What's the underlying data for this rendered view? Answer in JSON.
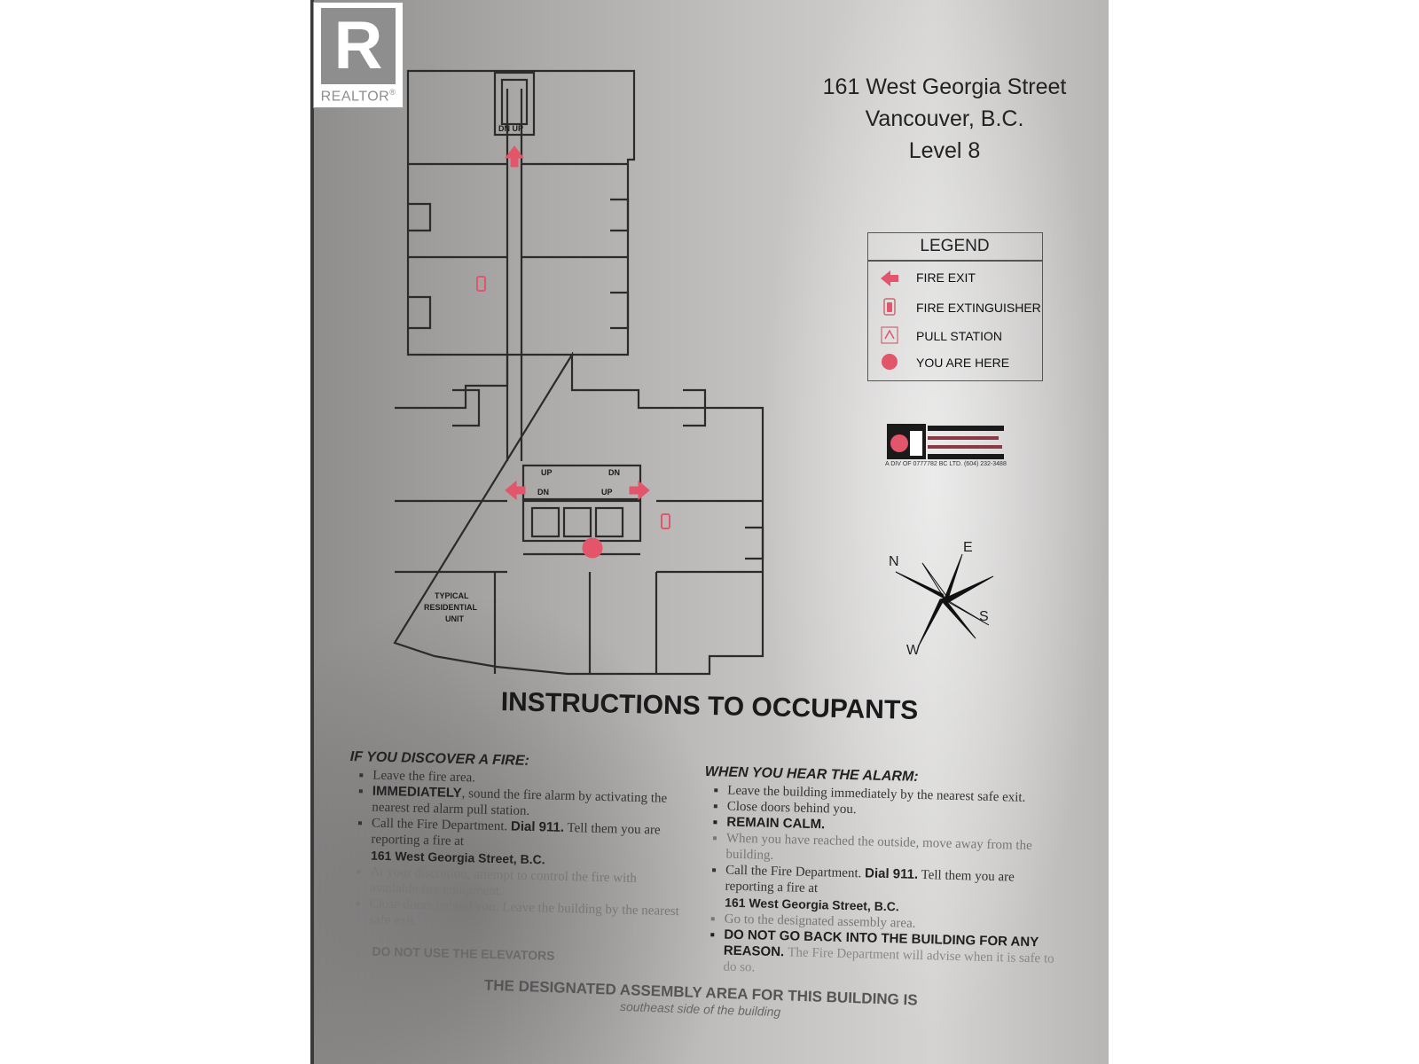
{
  "watermark": {
    "brand": "REALTOR",
    "registered": "®",
    "mark_letter": "R"
  },
  "address": {
    "street": "161 West Georgia Street",
    "city": "Vancouver, B.C.",
    "level": "Level 8"
  },
  "legend": {
    "title": "LEGEND",
    "items": [
      {
        "label": "FIRE EXIT",
        "icon": "fire-exit-arrow-icon"
      },
      {
        "label": "FIRE EXTINGUISHER",
        "icon": "fire-extinguisher-icon"
      },
      {
        "label": "PULL STATION",
        "icon": "pull-station-icon"
      },
      {
        "label": "YOU ARE HERE",
        "icon": "you-are-here-dot-icon"
      }
    ]
  },
  "plan": {
    "stair_top": "DN UP",
    "stair_center_top": [
      "UP",
      "DN"
    ],
    "stair_center_bottom": [
      "DN",
      "UP"
    ],
    "unit_label": [
      "TYPICAL",
      "RESIDENTIAL",
      "UNIT"
    ]
  },
  "compass": {
    "n": "N",
    "e": "E",
    "s": "S",
    "w": "W"
  },
  "company": {
    "line": "A DIV OF 0777782 BC LTD. (604) 232-3488"
  },
  "instructions": {
    "heading": "INSTRUCTIONS TO OCCUPANTS",
    "left": {
      "title": "IF YOU DISCOVER A FIRE:",
      "items": [
        "Leave the fire area.",
        "IMMEDIATELY",
        "sound the fire alarm by activating the nearest red alarm pull station.",
        "Call the Fire Department.",
        "Dial 911.",
        "Tell them you are reporting a fire at",
        "161 West Georgia Street, B.C.",
        "At your discretion, attempt to control the fire with available fire equipment.",
        "Close doors behind you. Leave the building by the nearest safe exit."
      ],
      "note": "DO NOT USE THE ELEVATORS"
    },
    "right": {
      "title": "WHEN YOU HEAR THE ALARM:",
      "items": [
        "Leave the building immediately by the nearest safe exit.",
        "Close doors behind you.",
        "REMAIN CALM.",
        "When you have reached the outside, move away from the building.",
        "Call the Fire Department.",
        "Dial 911.",
        "Tell them you are reporting a fire at",
        "161 West Georgia Street, B.C.",
        "Go to the designated assembly area.",
        "DO NOT GO BACK INTO THE BUILDING FOR ANY REASON.",
        "The Fire Department will advise when it is safe to do so."
      ]
    },
    "footer": "THE DESIGNATED ASSEMBLY AREA FOR THIS BUILDING IS",
    "footer_sub": "southeast side of the building"
  },
  "colors": {
    "plate": "#b8b6b5",
    "ink": "#222222",
    "red": "#e2556a"
  }
}
